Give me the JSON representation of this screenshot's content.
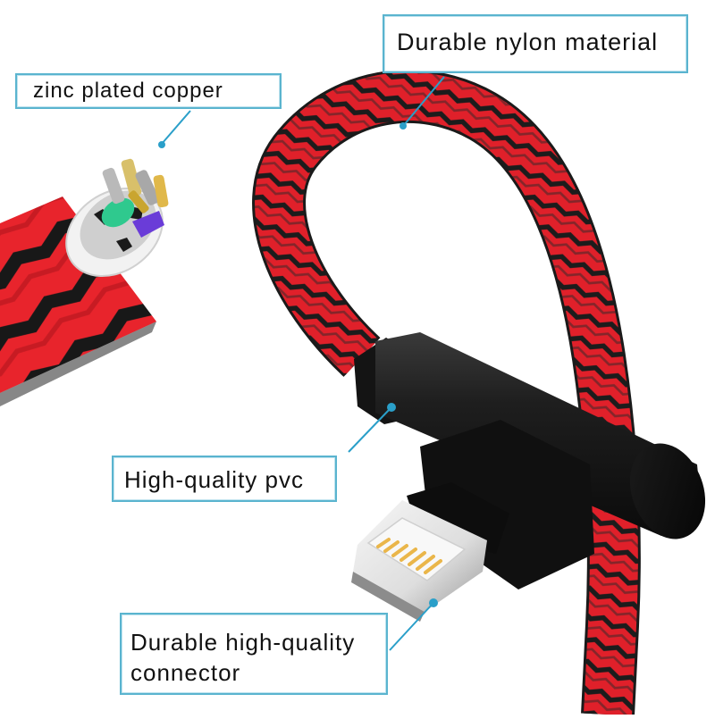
{
  "callouts": {
    "nylon": {
      "label": "Durable nylon material",
      "target": "braided-cable"
    },
    "zinc": {
      "label": "zinc plated copper",
      "target": "copper-core"
    },
    "pvc": {
      "label": "High-quality pvc",
      "target": "connector-housing"
    },
    "connector": {
      "line1": "Durable high-quality",
      "line2": "connector",
      "target": "lightning-plug"
    }
  },
  "colors": {
    "callout_border": "#5ab4cf",
    "leader_line": "#2a9fc9",
    "braid_red": "#e0202a",
    "braid_black": "#1c1c1c",
    "housing_black": "#111111",
    "plug_silver": "#e4e4e4",
    "pin_gold": "#eab64a",
    "wire_green": "#2fc98e",
    "wire_purple": "#6a3cd8"
  }
}
